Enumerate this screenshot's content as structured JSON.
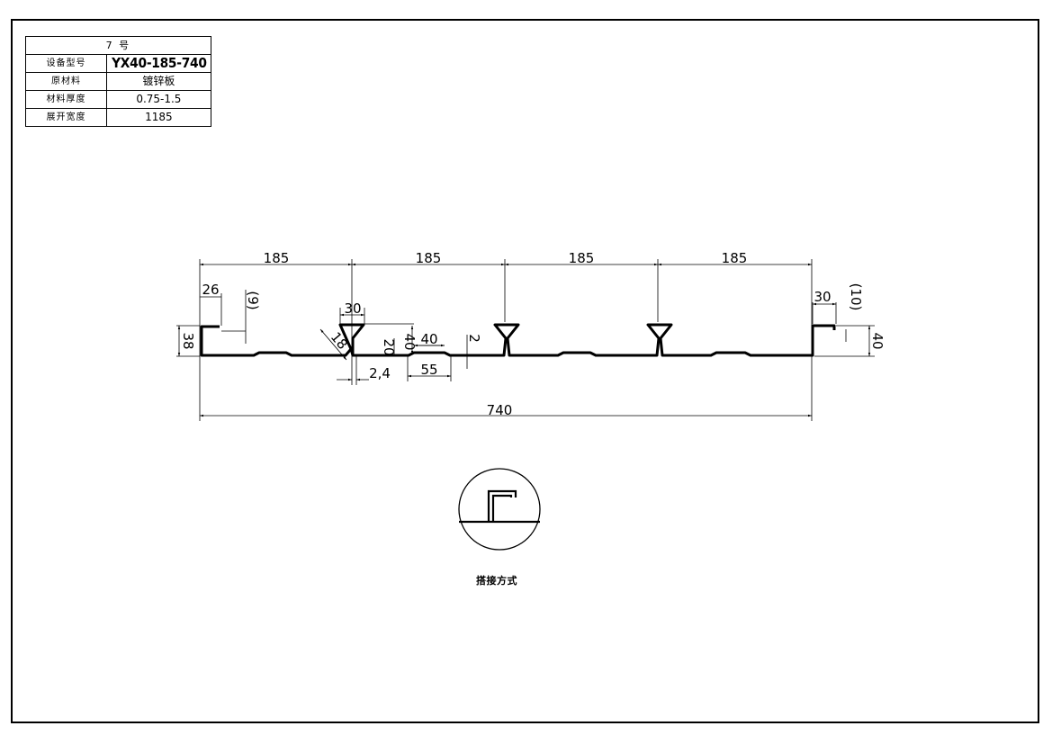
{
  "spec_table": {
    "title": "7 号",
    "rows": [
      {
        "label": "设备型号",
        "value": "YX40-185-740"
      },
      {
        "label": "原材料",
        "value": "镀锌板"
      },
      {
        "label": "材料厚度",
        "value": "0.75-1.5"
      },
      {
        "label": "展开宽度",
        "value": "1185"
      }
    ]
  },
  "dimensions": {
    "pitch_1": "185",
    "pitch_2": "185",
    "pitch_3": "185",
    "pitch_4": "185",
    "left_lip_width": "26",
    "left_lip_offset": "(9)",
    "left_height": "38",
    "rib_top_width": "30",
    "rib_slant": "18",
    "rib_neck_height": "20",
    "profile_height": "40",
    "stiffener_top": "40",
    "stiffener_depth": "2",
    "rib_gap": "2,4",
    "stiffener_bottom": "55",
    "right_lip_width": "30",
    "right_lip_offset": "(10)",
    "right_height": "40",
    "cover_width": "740"
  },
  "joint_detail": {
    "caption": "搭接方式"
  }
}
